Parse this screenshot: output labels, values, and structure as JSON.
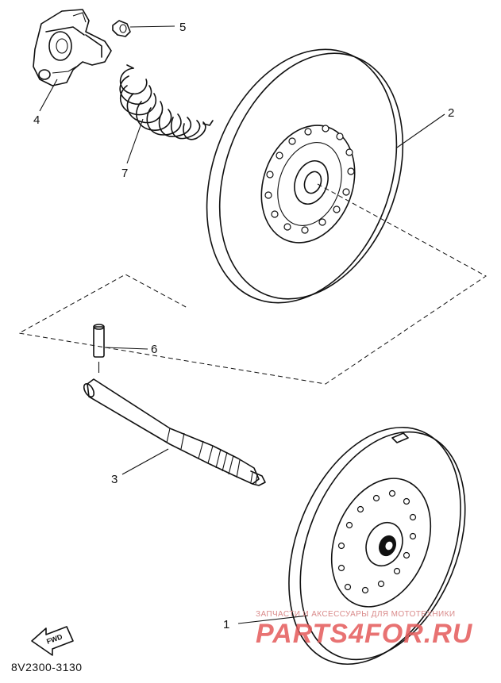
{
  "callouts": {
    "c1": "1",
    "c2": "2",
    "c3": "3",
    "c4": "4",
    "c5": "5",
    "c6": "6",
    "c7": "7"
  },
  "fwd_label": "FWD",
  "diagram_code": "8V2300-3130",
  "watermark": {
    "tagline": "ЗАПЧАСТИ И АКСЕССУАРЫ ДЛЯ МОТОТЕХНИКИ",
    "brand": "PARTS4FOR.RU"
  }
}
